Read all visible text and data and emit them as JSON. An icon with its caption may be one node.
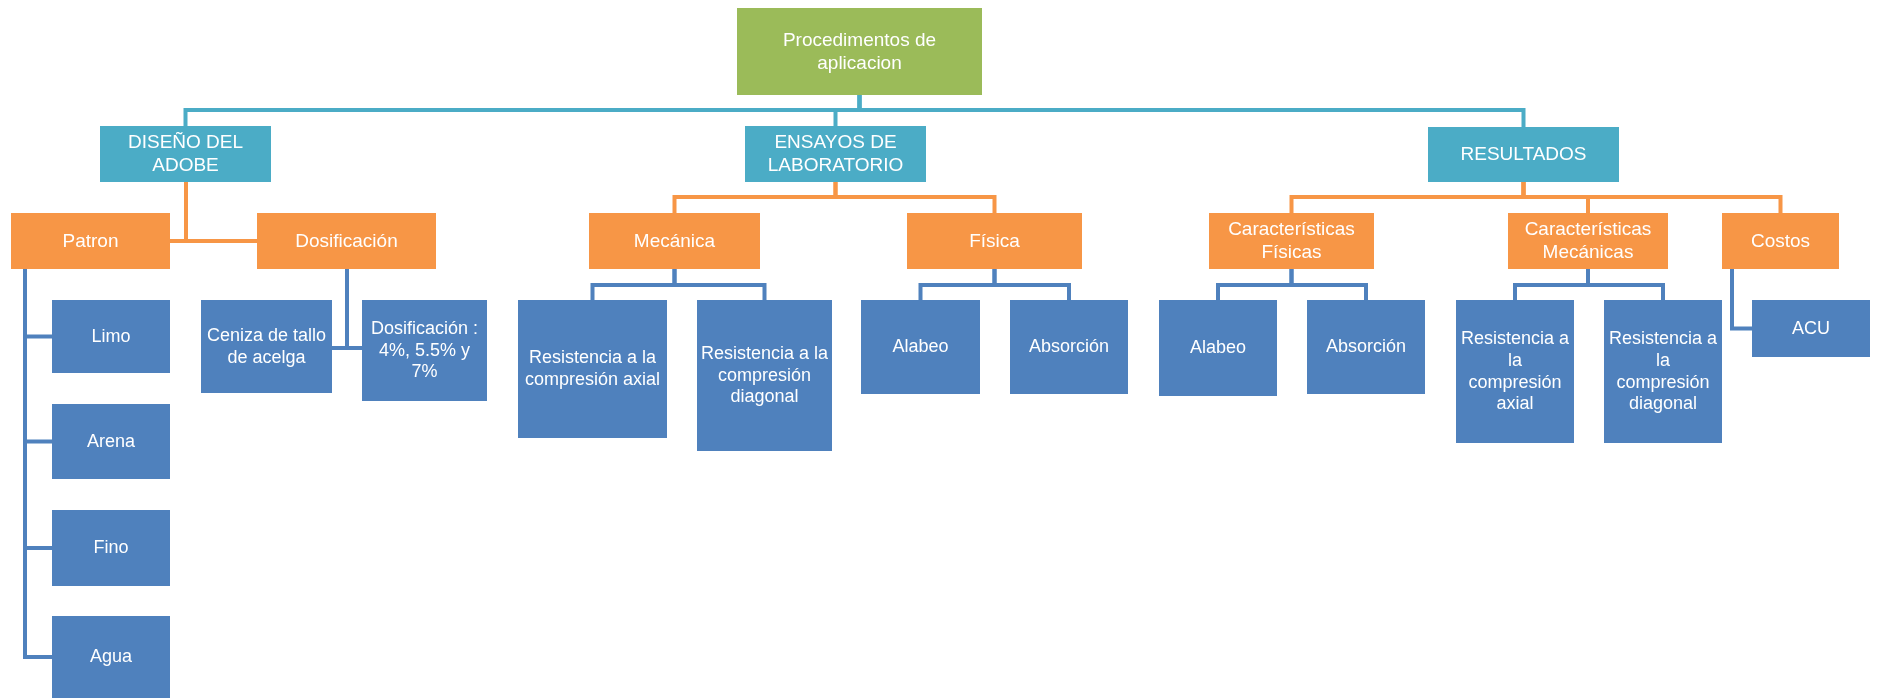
{
  "diagram": {
    "nodes": [
      {
        "text": [
          "Procedimentos de aplicacion"
        ]
      },
      {
        "text": [
          "DISEÑO DEL ADOBE"
        ]
      },
      {
        "text": [
          "ENSAYOS DE LABORATORIO"
        ]
      },
      {
        "text": [
          "RESULTADOS"
        ]
      },
      {
        "text": [
          "Patron"
        ]
      },
      {
        "text": [
          "Dosificación"
        ]
      },
      {
        "text": [
          "Mecánica"
        ]
      },
      {
        "text": [
          "Física"
        ]
      },
      {
        "text": [
          "Características Físicas"
        ]
      },
      {
        "text": [
          "Características Mecánicas"
        ]
      },
      {
        "text": [
          "Costos"
        ]
      },
      {
        "text": [
          "Limo"
        ]
      },
      {
        "text": [
          "Arena"
        ]
      },
      {
        "text": [
          "Fino"
        ]
      },
      {
        "text": [
          "Agua"
        ]
      },
      {
        "text": [
          "Ceniza de tallo de acelga"
        ]
      },
      {
        "text": [
          "Dosificación : 4%, 5.5% y 7%"
        ]
      },
      {
        "text": [
          "Resistencia a la compresión axial"
        ]
      },
      {
        "text": [
          "Resistencia a la compresión diagonal"
        ]
      },
      {
        "text": [
          "Alabeo"
        ]
      },
      {
        "text": [
          "Absorción"
        ]
      },
      {
        "text": [
          "Alabeo"
        ]
      },
      {
        "text": [
          "Absorción"
        ]
      },
      {
        "text": [
          "Resistencia a la compresión axial"
        ]
      },
      {
        "text": [
          "Resistencia a la compresión diagonal"
        ]
      },
      {
        "text": [
          "ACU"
        ]
      }
    ],
    "edges": [
      {
        "from": 0,
        "to": 1,
        "arrow": "none",
        "color": "#4bacc6"
      },
      {
        "from": 0,
        "to": 2,
        "arrow": "none",
        "color": "#4bacc6"
      },
      {
        "from": 0,
        "to": 3,
        "arrow": "none",
        "color": "#4bacc6"
      },
      {
        "from": 1,
        "to": 4,
        "arrow": "none",
        "color": "#f79646"
      },
      {
        "from": 1,
        "to": 5,
        "arrow": "none",
        "color": "#f79646"
      },
      {
        "from": 2,
        "to": 6,
        "arrow": "none",
        "color": "#f79646"
      },
      {
        "from": 2,
        "to": 7,
        "arrow": "none",
        "color": "#f79646"
      },
      {
        "from": 3,
        "to": 8,
        "arrow": "none",
        "color": "#f79646"
      },
      {
        "from": 3,
        "to": 9,
        "arrow": "none",
        "color": "#f79646"
      },
      {
        "from": 3,
        "to": 10,
        "arrow": "none",
        "color": "#f79646"
      },
      {
        "from": 4,
        "to": 11,
        "arrow": "none"
      },
      {
        "from": 4,
        "to": 12,
        "arrow": "none"
      },
      {
        "from": 4,
        "to": 13,
        "arrow": "none"
      },
      {
        "from": 4,
        "to": 14,
        "arrow": "none"
      },
      {
        "from": 5,
        "to": 15,
        "arrow": "none"
      },
      {
        "from": 5,
        "to": 16,
        "arrow": "none"
      },
      {
        "from": 6,
        "to": 17,
        "arrow": "none"
      },
      {
        "from": 6,
        "to": 18,
        "arrow": "none"
      },
      {
        "from": 7,
        "to": 19,
        "arrow": "none"
      },
      {
        "from": 7,
        "to": 20,
        "arrow": "none"
      },
      {
        "from": 8,
        "to": 21,
        "arrow": "none"
      },
      {
        "from": 8,
        "to": 22,
        "arrow": "none"
      },
      {
        "from": 9,
        "to": 23,
        "arrow": "none"
      },
      {
        "from": 9,
        "to": 24,
        "arrow": "none"
      },
      {
        "from": 10,
        "to": 25,
        "arrow": "none"
      }
    ]
  }
}
